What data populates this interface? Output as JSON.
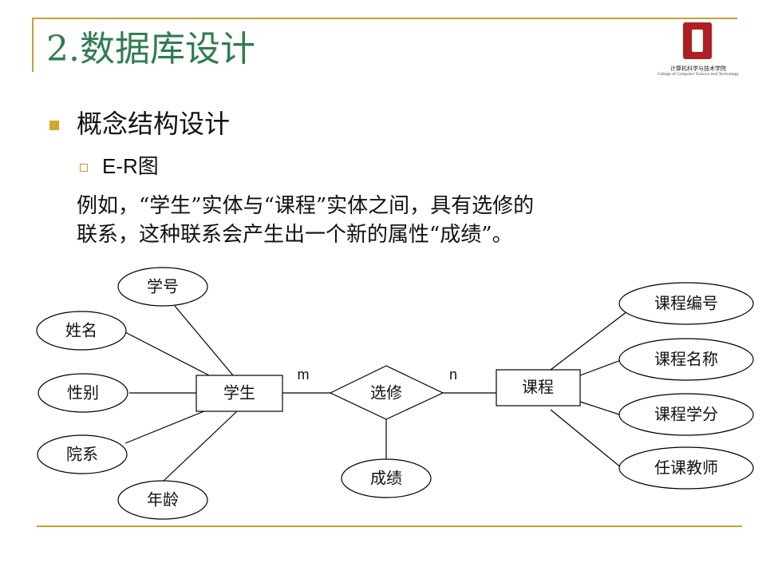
{
  "slide": {
    "title": "2.数据库设计",
    "bullet_level1": "概念结构设计",
    "bullet_level2_latin": "E-R",
    "bullet_level2_cn": "图",
    "paragraph_line1": "例如，“学生”实体与“课程”实体之间，具有选修的",
    "paragraph_line2": "联系，这种联系会产生出一个新的属性“成绩”。"
  },
  "logo": {
    "name_cn": "计算机科学与技术学院",
    "name_en": "College of Computer Science and Technology"
  },
  "diagram": {
    "entities": {
      "student": "学生",
      "course": "课程"
    },
    "relationship": "选修",
    "relationship_attribute": "成绩",
    "cardinality_left": "m",
    "cardinality_right": "n",
    "student_attributes": [
      "学号",
      "姓名",
      "性别",
      "院系",
      "年龄"
    ],
    "course_attributes": [
      "课程编号",
      "课程名称",
      "课程学分",
      "任课教师"
    ]
  },
  "colors": {
    "title": "#2e7d4f",
    "accent_rule": "#c8a032",
    "bullet": "#d6a428",
    "logo_red": "#b01e23"
  }
}
